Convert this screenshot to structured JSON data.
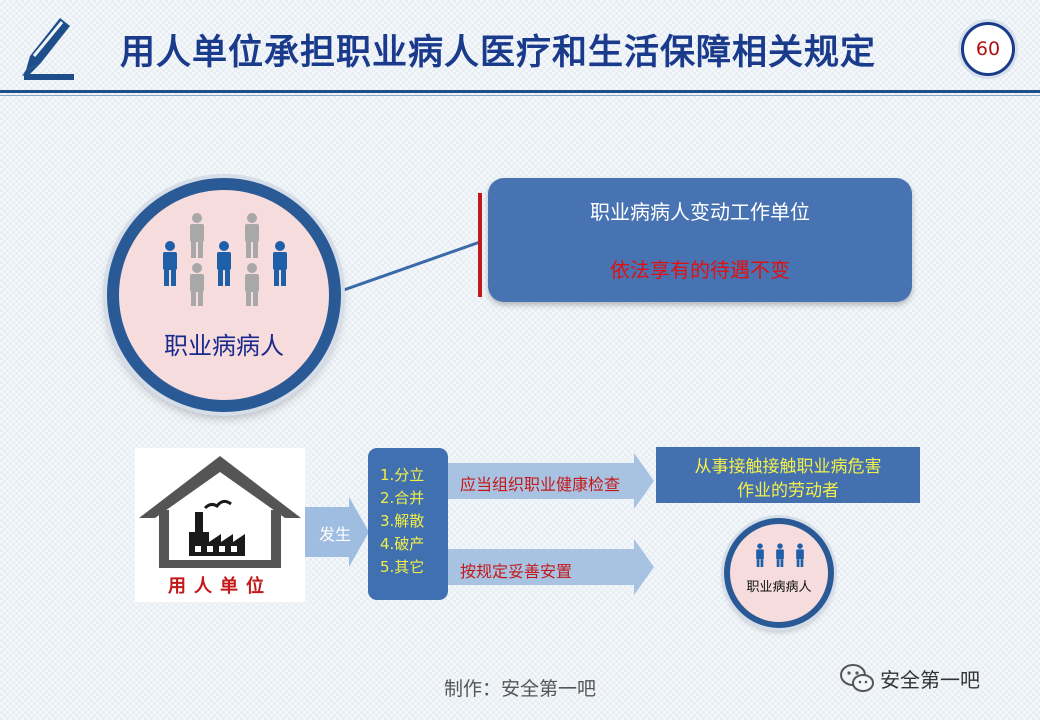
{
  "header": {
    "title": "用人单位承担职业病人医疗和生活保障相关规定",
    "page_number": "60"
  },
  "top_section": {
    "circle_label": "职业病病人",
    "info_box": {
      "line1": "职业病病人变动工作单位",
      "line2": "依法享有的待遇不变"
    }
  },
  "bottom_section": {
    "employer_label": "用人单位",
    "arrow_label": "发生",
    "events": [
      "1.分立",
      "2.合并",
      "3.解散",
      "4.破产",
      "5.其它"
    ],
    "action_top": "应当组织职业健康检查",
    "action_bottom": "按规定妥善安置",
    "worker_box": {
      "line1": "从事接触接触职业病危害",
      "line2": "作业的劳动者"
    },
    "small_circle_label": "职业病病人"
  },
  "footer": {
    "credit": "制作：安全第一吧",
    "watermark": "安全第一吧"
  },
  "colors": {
    "title_blue": "#1a3a8c",
    "box_blue": "#4873b2",
    "accent_red": "#c41818",
    "highlight_yellow": "#f4f04a",
    "circle_pink": "#f6dcdc"
  },
  "icons": [
    "pencil-icon",
    "people-icon",
    "factory-icon",
    "wechat-icon"
  ]
}
